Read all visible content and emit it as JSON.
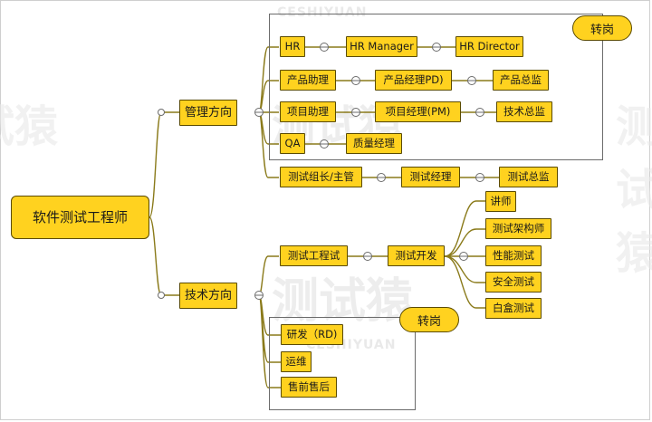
{
  "root": "软件测试工程师",
  "mgmt": {
    "label": "管理方向",
    "hr": [
      "HR",
      "HR Manager",
      "HR Director"
    ],
    "product": [
      "产品助理",
      "产品经理PD)",
      "产品总监"
    ],
    "project": [
      "项目助理",
      "项目经理(PM)",
      "技术总监"
    ],
    "qa": [
      "QA",
      "质量经理"
    ],
    "test_lead": [
      "测试组长/主管",
      "测试经理",
      "测试总监"
    ],
    "transfer_tag": "转岗"
  },
  "tech": {
    "label": "技术方向",
    "engineer": "测试工程试",
    "dev": "测试开发",
    "dev_children": [
      "讲师",
      "测试架构师",
      "性能测试",
      "安全测试",
      "白盒测试"
    ],
    "transfer": [
      "研发（RD)",
      "运维",
      "售前售后"
    ],
    "transfer_tag": "转岗"
  },
  "watermark": {
    "text_cn": "测试猿",
    "text_en": "CESHIYUAN"
  },
  "colors": {
    "node_fill": "#ffd21f",
    "node_border": "#5a4a00",
    "connector": "#8a7a1a"
  }
}
